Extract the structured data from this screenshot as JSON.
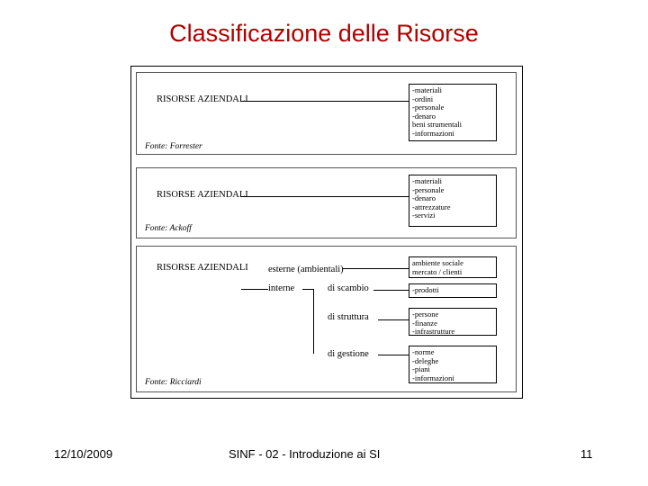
{
  "title": "Classificazione delle Risorse",
  "section1": {
    "label": "RISORSE AZIENDALI",
    "items": [
      "-materiali",
      "-ordini",
      "-personale",
      "-denaro",
      "beni strumentali",
      "-informazioni"
    ],
    "source": "Fonte: Forrester"
  },
  "section2": {
    "label": "RISORSE AZIENDALI",
    "items": [
      "-materiali",
      "-personale",
      "-denaro",
      "-attrezzature",
      "-servizi"
    ],
    "source": "Fonte: Ackoff"
  },
  "section3": {
    "label": "RISORSE AZIENDALI",
    "esterne": "esterne (ambientali)",
    "interne": "interne",
    "di_scambio": "di scambio",
    "di_struttura": "di struttura",
    "di_gestione": "di gestione",
    "box_esterne": [
      "ambiente sociale",
      "mercato / clienti"
    ],
    "box_scambio": [
      "-prodotti"
    ],
    "box_struttura": [
      "-persone",
      "-finanze",
      "-infrastrutture"
    ],
    "box_gestione": [
      "-norme",
      "-deleghe",
      "-piani",
      "-informazioni"
    ],
    "source": "Fonte: Ricciardi"
  },
  "footer": {
    "date": "12/10/2009",
    "course": "SINF - 02 - Introduzione ai SI",
    "page": "11"
  }
}
